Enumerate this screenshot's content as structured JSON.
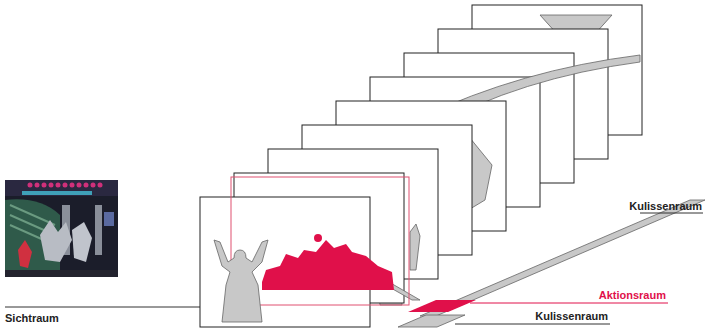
{
  "diagram": {
    "labels": [
      "Kulissenraum",
      "Aktionsraum",
      "Kulissenraum",
      "Sichtraum"
    ]
  }
}
